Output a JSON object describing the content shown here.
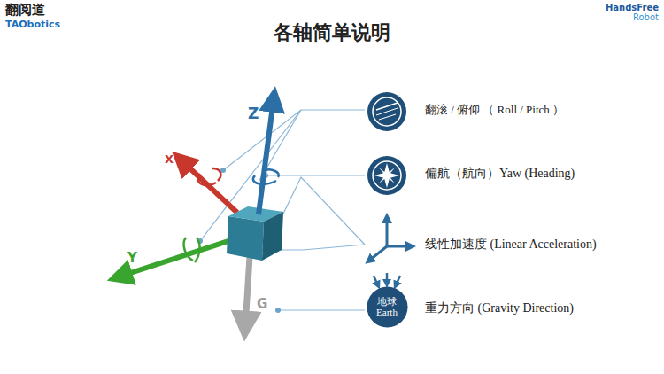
{
  "diagram": {
    "title": "各轴简单说明",
    "nodes": [
      {
        "text": [
          "地球 Earth"
        ]
      }
    ],
    "labels": [
      "翻阅道",
      "TAObotics",
      "HandsFree",
      "Robot",
      "Z",
      "X",
      "Y",
      "G",
      "翻滚 / 俯仰 （ Roll / Pitch ）",
      "偏航（航向）Yaw (Heading)",
      "线性加速度 (Linear Acceleration)",
      "重力方向 (Gravity Direction)"
    ]
  }
}
